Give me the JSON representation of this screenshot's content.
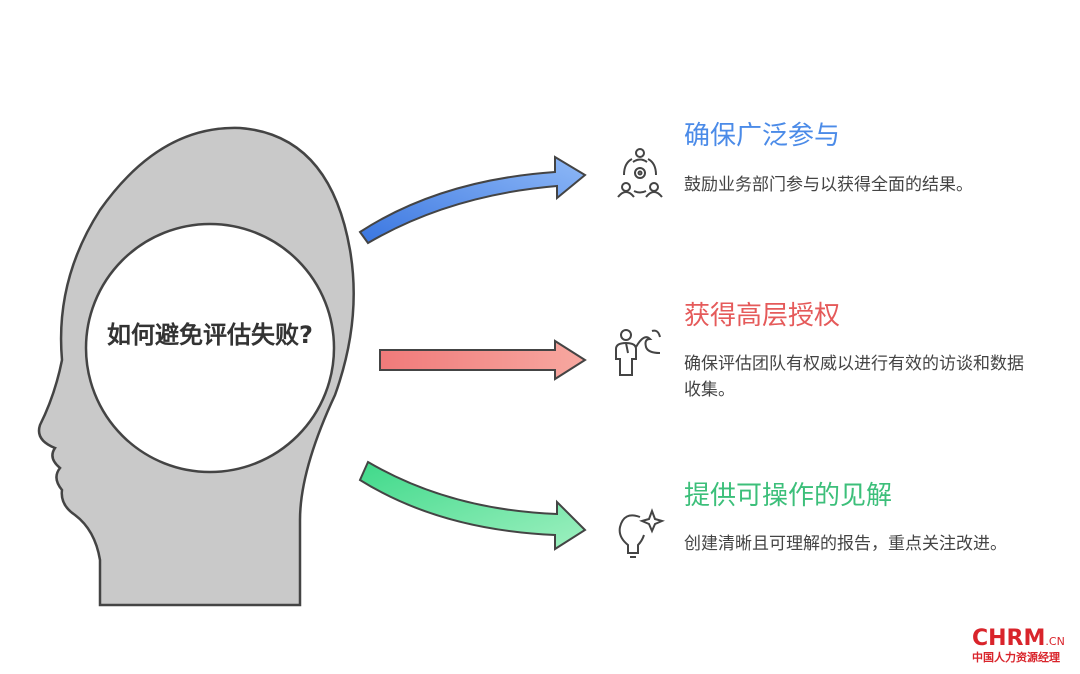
{
  "center": {
    "title": "如何避免评估失败?"
  },
  "items": [
    {
      "title": "确保广泛参与",
      "description": "鼓励业务部门参与以获得全面的结果。",
      "color": "#4b8be8",
      "icon": "team-gear-icon"
    },
    {
      "title": "获得高层授权",
      "description": "确保评估团队有权威以进行有效的访谈和数据收集。",
      "color": "#e55a5a",
      "icon": "person-speaking-icon"
    },
    {
      "title": "提供可操作的见解",
      "description": "创建清晰且可理解的报告，重点关注改进。",
      "color": "#3cbf7a",
      "icon": "lightbulb-sparkle-icon"
    }
  ],
  "watermark": {
    "brand": "CHRM",
    "suffix": ".CN",
    "tagline": "中国人力资源经理"
  }
}
